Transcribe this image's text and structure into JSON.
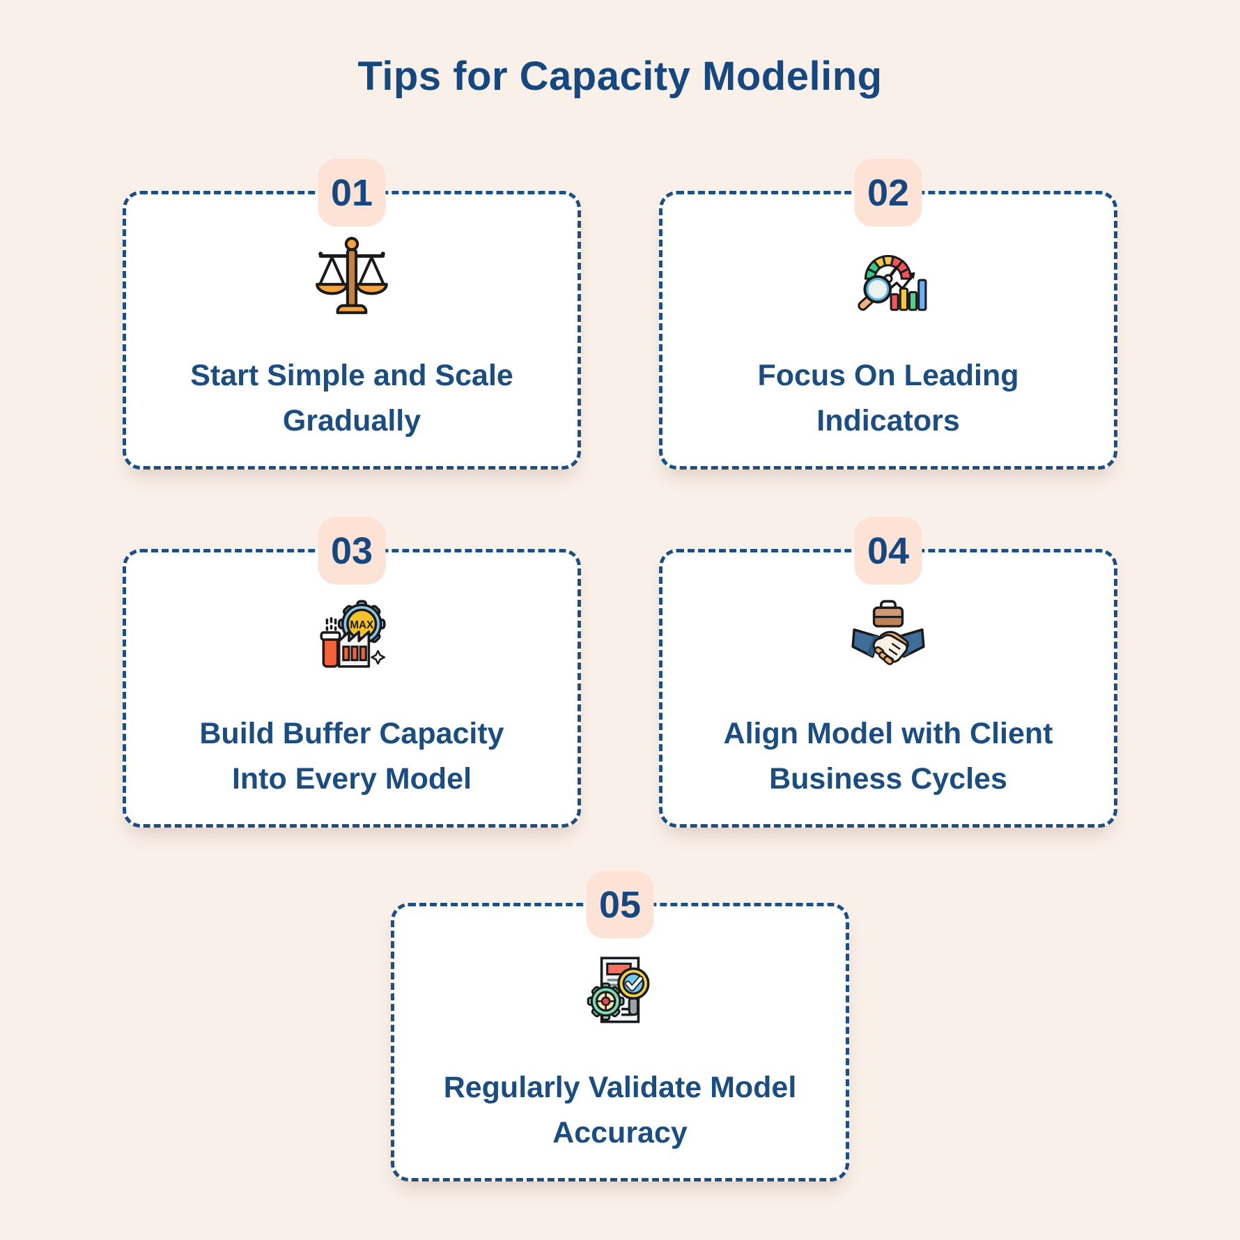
{
  "title": "Tips for Capacity Modeling",
  "colors": {
    "background": "#f9f0e9",
    "card_background": "#ffffff",
    "dashed_border": "#1d4f82",
    "badge_background": "#fce3d6",
    "heading_text": "#16477e",
    "card_text": "#1b4d80"
  },
  "cards": [
    {
      "number": "01",
      "icon": "balance-scale-icon",
      "lines": [
        "Start Simple and Scale",
        "Gradually"
      ]
    },
    {
      "number": "02",
      "icon": "gauge-indicators-icon",
      "lines": [
        "Focus On Leading",
        "Indicators"
      ]
    },
    {
      "number": "03",
      "icon": "max-capacity-factory-icon",
      "lines": [
        "Build Buffer Capacity",
        "Into Every Model"
      ]
    },
    {
      "number": "04",
      "icon": "handshake-icon",
      "lines": [
        "Align Model with Client",
        "Business Cycles"
      ]
    },
    {
      "number": "05",
      "icon": "validate-document-icon",
      "lines": [
        "Regularly Validate Model",
        "Accuracy"
      ]
    }
  ]
}
